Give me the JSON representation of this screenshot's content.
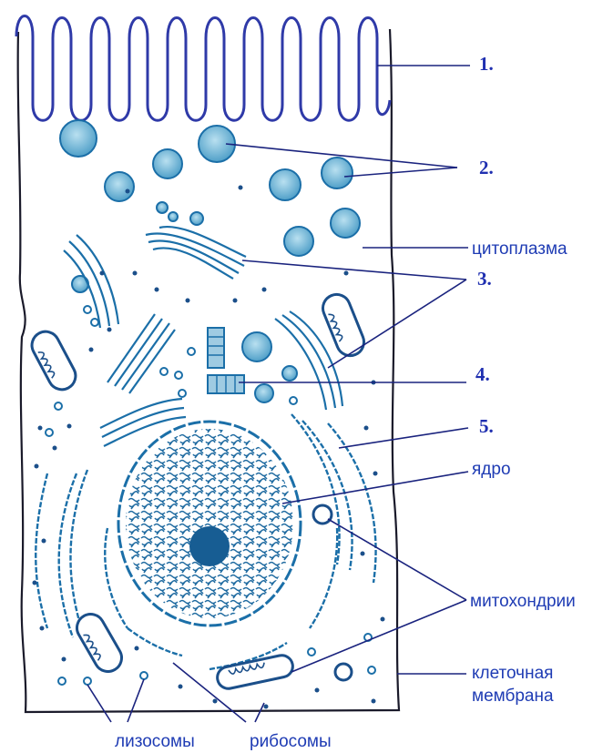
{
  "diagram": {
    "numbered_labels": [
      "1.",
      "2.",
      "3.",
      "4.",
      "5."
    ],
    "text_labels": {
      "cytoplasm": "цитоплазма",
      "nucleus": "ядро",
      "mitochondria": "митохондрии",
      "membrane_line1": "клеточная",
      "membrane_line2": "мембрана",
      "lysosomes": "лизосомы",
      "ribosomes": "рибосомы"
    },
    "colors": {
      "label_blue": "#1f3cb4",
      "microvilli": "#2f3aa8",
      "organelle_blue": "#1b6fa8",
      "vesicle_fill": "#6fb4d6",
      "cell_outline": "#1a1a2a"
    }
  }
}
